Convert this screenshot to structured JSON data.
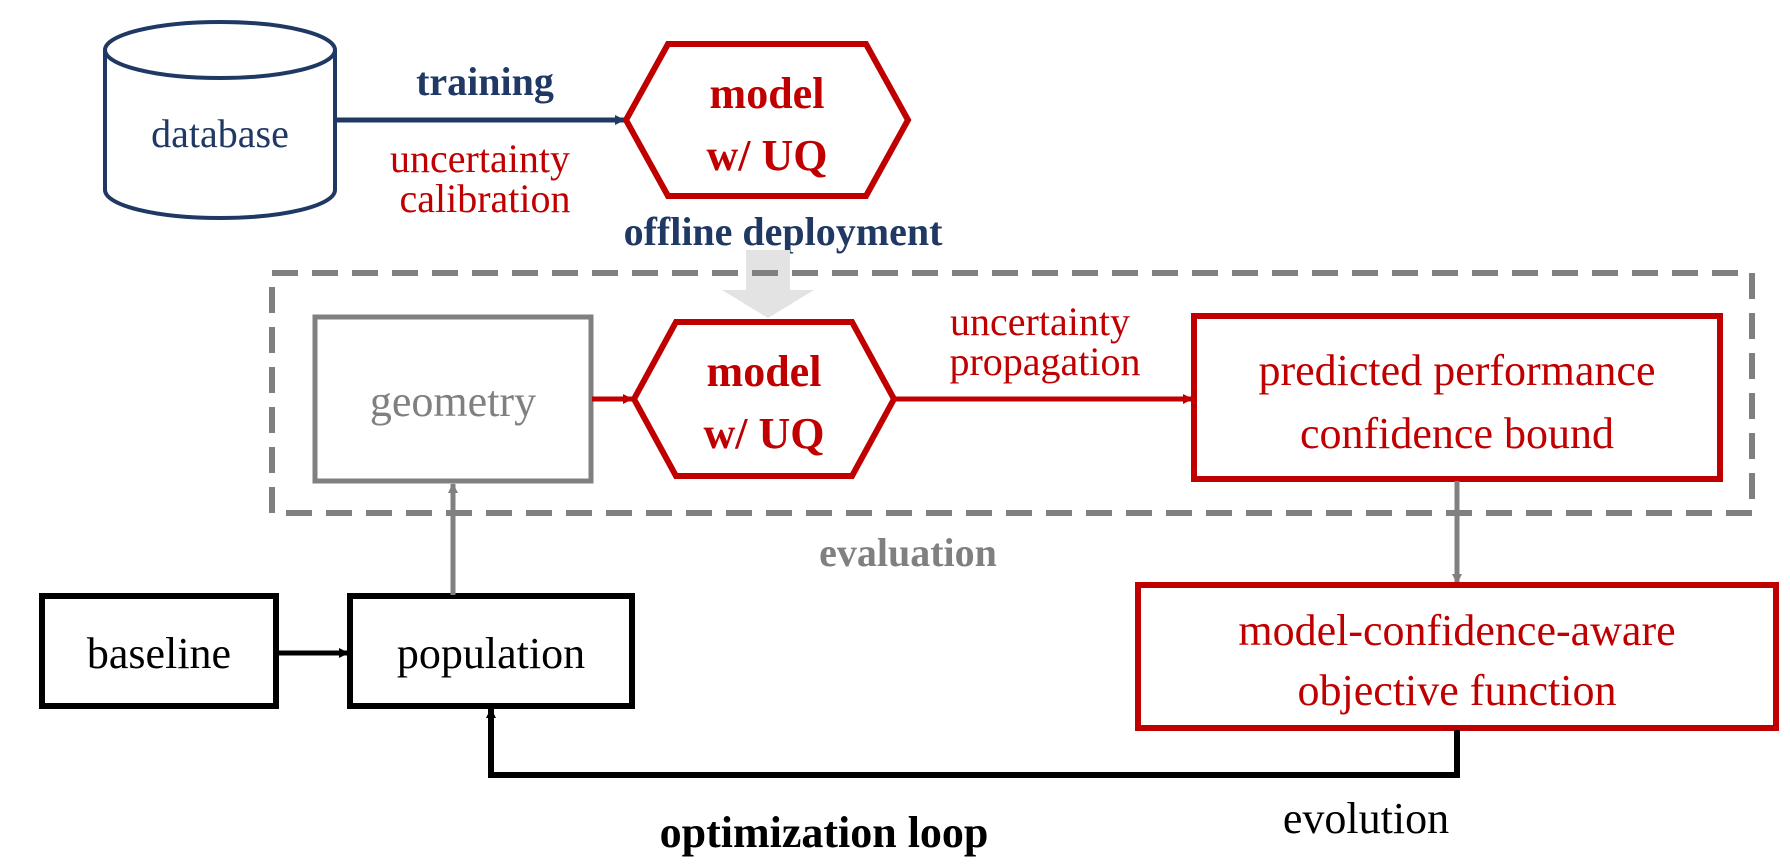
{
  "colors": {
    "navy": "#1f3864",
    "red": "#c00000",
    "gray": "#808080",
    "lightgray": "#e3e3e3",
    "black": "#000000"
  },
  "nodes": {
    "database": "database",
    "model_top": [
      "model",
      "w/ UQ"
    ],
    "geometry": "geometry",
    "model_mid": [
      "model",
      "w/ UQ"
    ],
    "predicted": [
      "predicted performance",
      "confidence bound"
    ],
    "objective": [
      "model-confidence-aware",
      "objective function"
    ],
    "baseline": "baseline",
    "population": "population"
  },
  "labels": {
    "training": "training",
    "uncertainty_calibration": [
      "uncertainty",
      "calibration"
    ],
    "offline_deployment": "offline deployment",
    "uncertainty_propagation": [
      "uncertainty",
      "propagation"
    ],
    "evaluation": "evaluation",
    "optimization_loop": "optimization loop",
    "evolution": "evolution"
  }
}
